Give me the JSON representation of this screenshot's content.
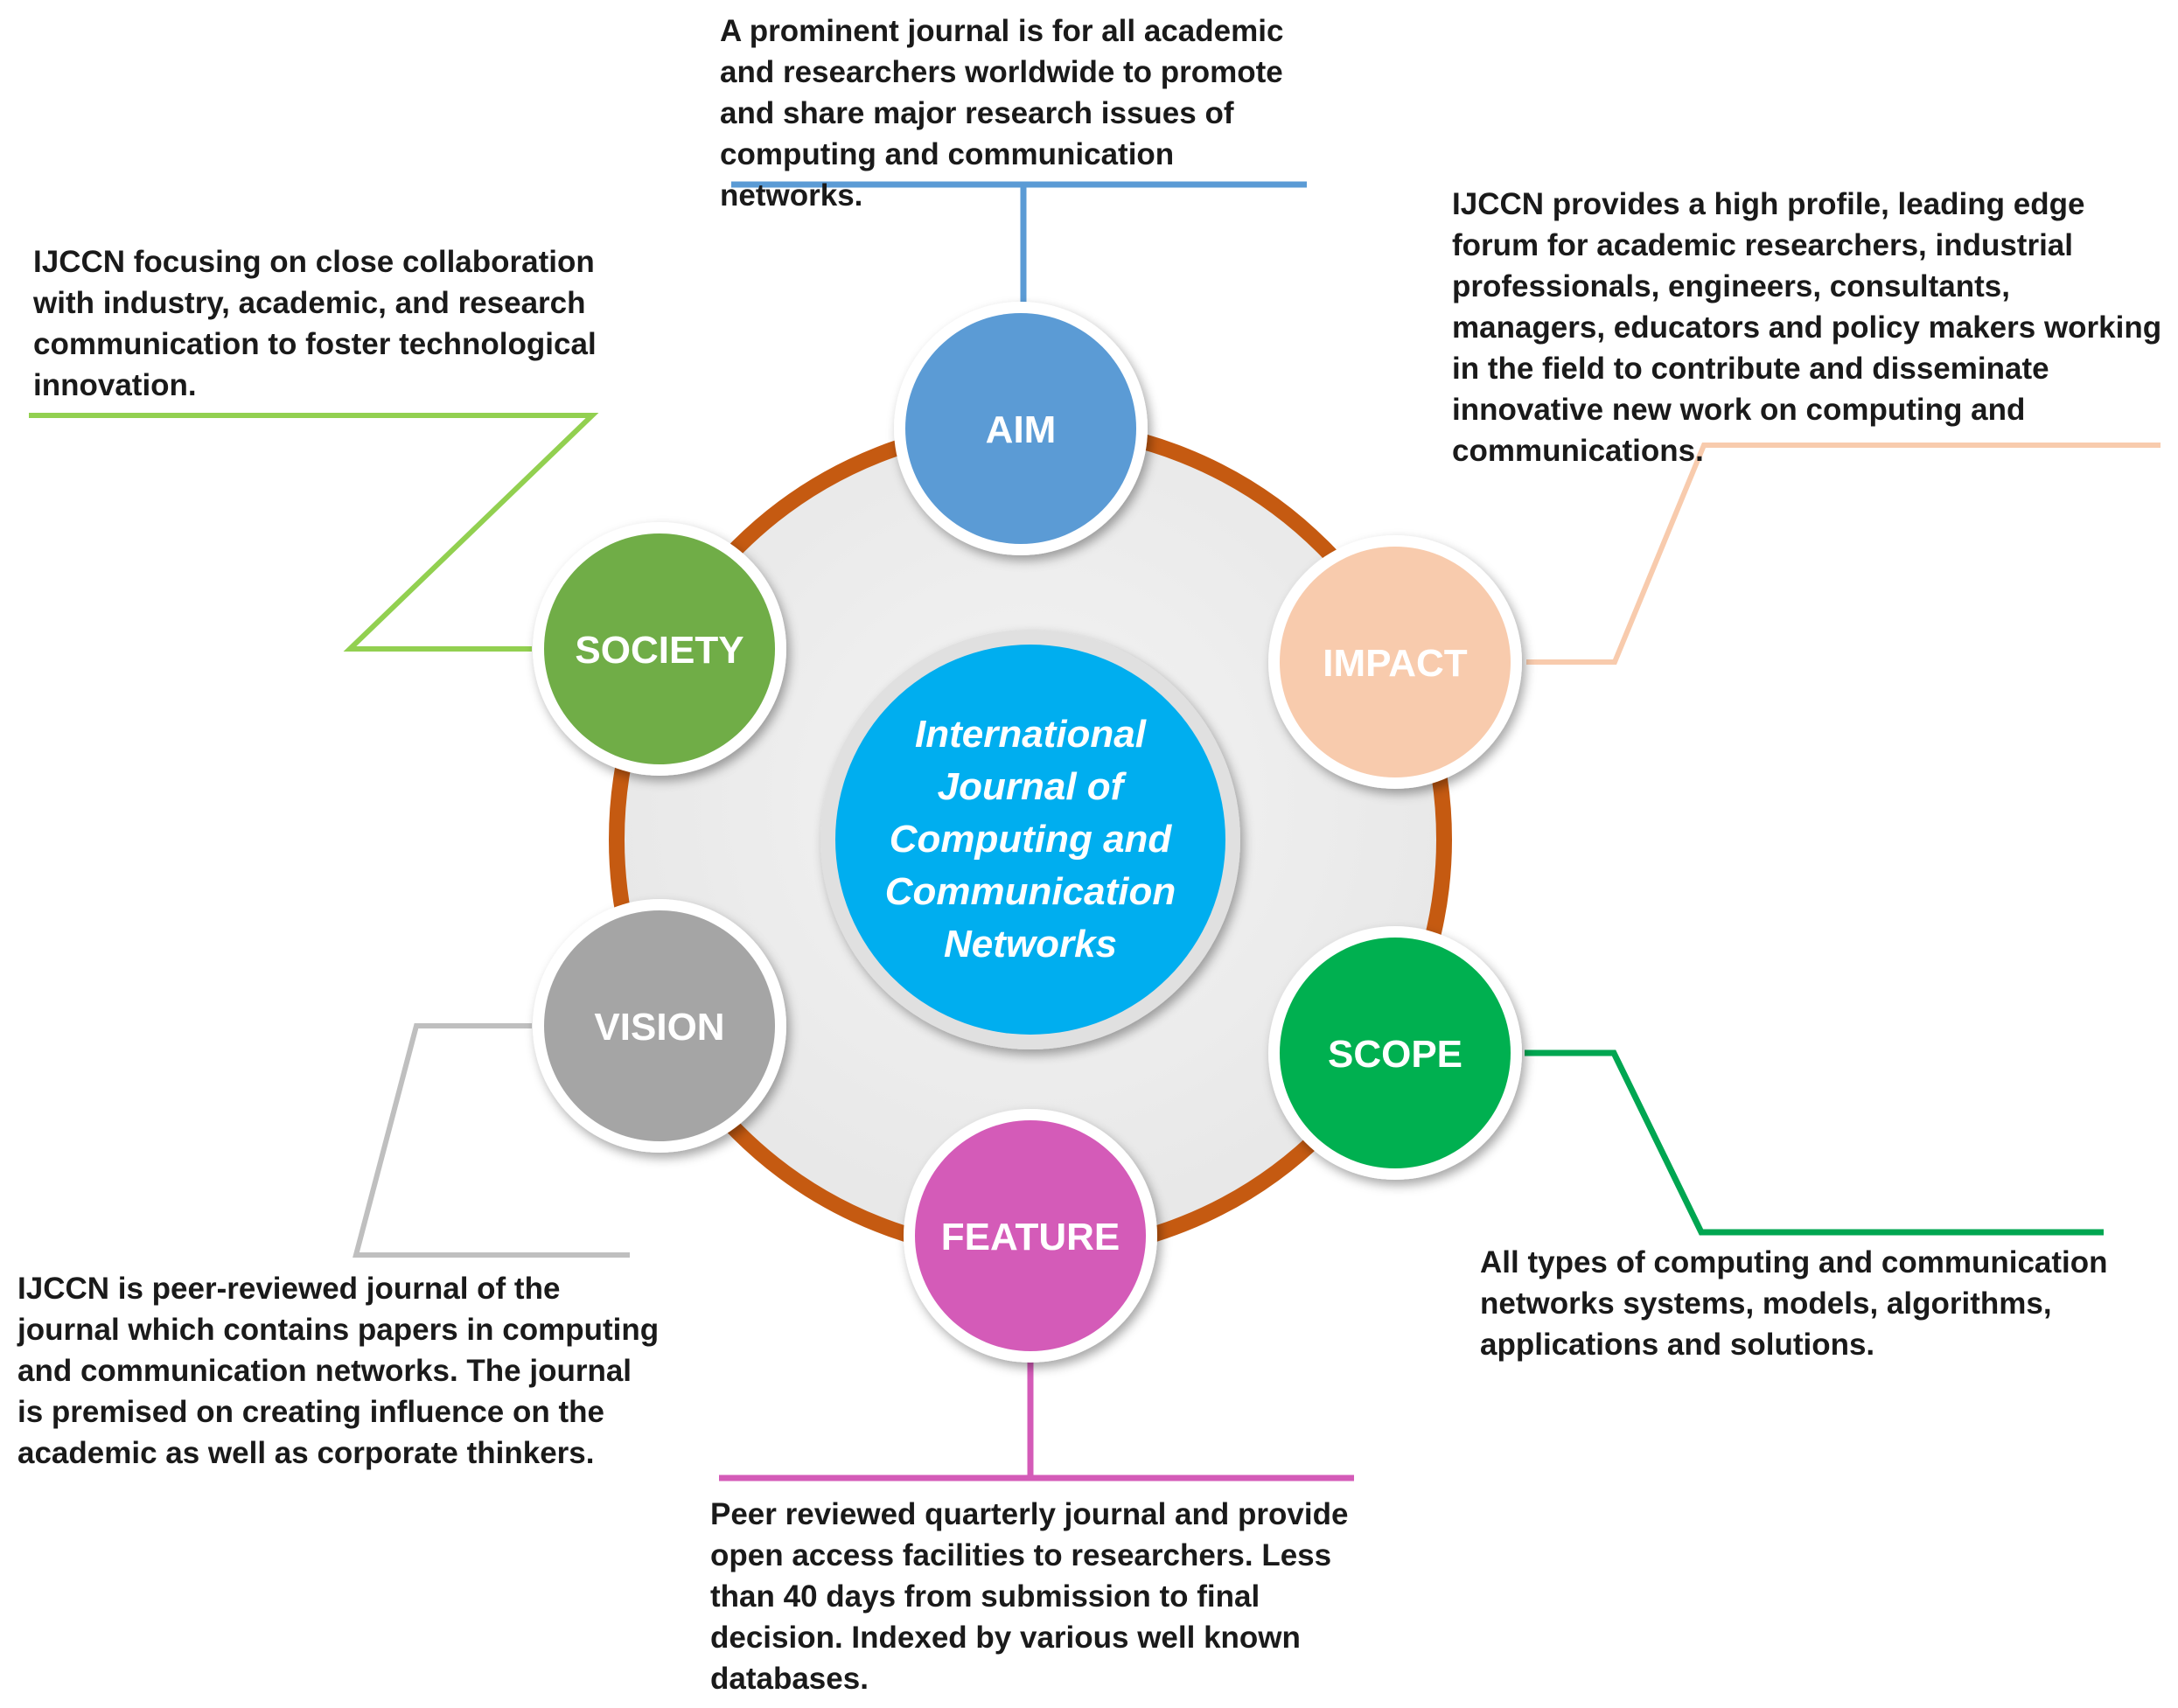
{
  "center": {
    "lines": [
      "International",
      "Journal of",
      "Computing and",
      "Communication",
      "Networks"
    ],
    "color": "#00AEEF"
  },
  "ring_color": "#C55A11",
  "nodes": {
    "aim": {
      "label": "AIM",
      "color": "#5B9BD5",
      "line_color": "#5B9BD5",
      "text": "A prominent journal is for all academic and researchers worldwide to promote and share major research issues of computing and communication networks."
    },
    "impact": {
      "label": "IMPACT",
      "color": "#F8CBAD",
      "line_color": "#F8CBAD",
      "text": "IJCCN provides a high profile, leading edge forum for academic researchers, industrial professionals, engineers, consultants, managers, educators and policy makers working in the field to contribute and disseminate innovative new work on computing and  communications."
    },
    "scope": {
      "label": "SCOPE",
      "color": "#00B050",
      "line_color": "#00A651",
      "text": "All types of computing and communication networks systems, models, algorithms, applications and solutions."
    },
    "feature": {
      "label": "FEATURE",
      "color": "#D45BB8",
      "line_color": "#D45BB8",
      "text": "Peer reviewed quarterly journal and provide open access facilities to researchers. Less than 40 days from submission to final decision. Indexed by various well known databases."
    },
    "vision": {
      "label": "VISION",
      "color": "#A5A5A5",
      "line_color": "#BFBFBF",
      "text": "IJCCN is peer-reviewed journal of the journal which contains papers in computing and communication networks. The journal is premised on creating influence on the academic as well as corporate thinkers."
    },
    "society": {
      "label": "SOCIETY",
      "color": "#70AD47",
      "line_color": "#92D050",
      "text": "IJCCN focusing on close collaboration with industry, academic, and research communication to foster technological innovation."
    }
  }
}
